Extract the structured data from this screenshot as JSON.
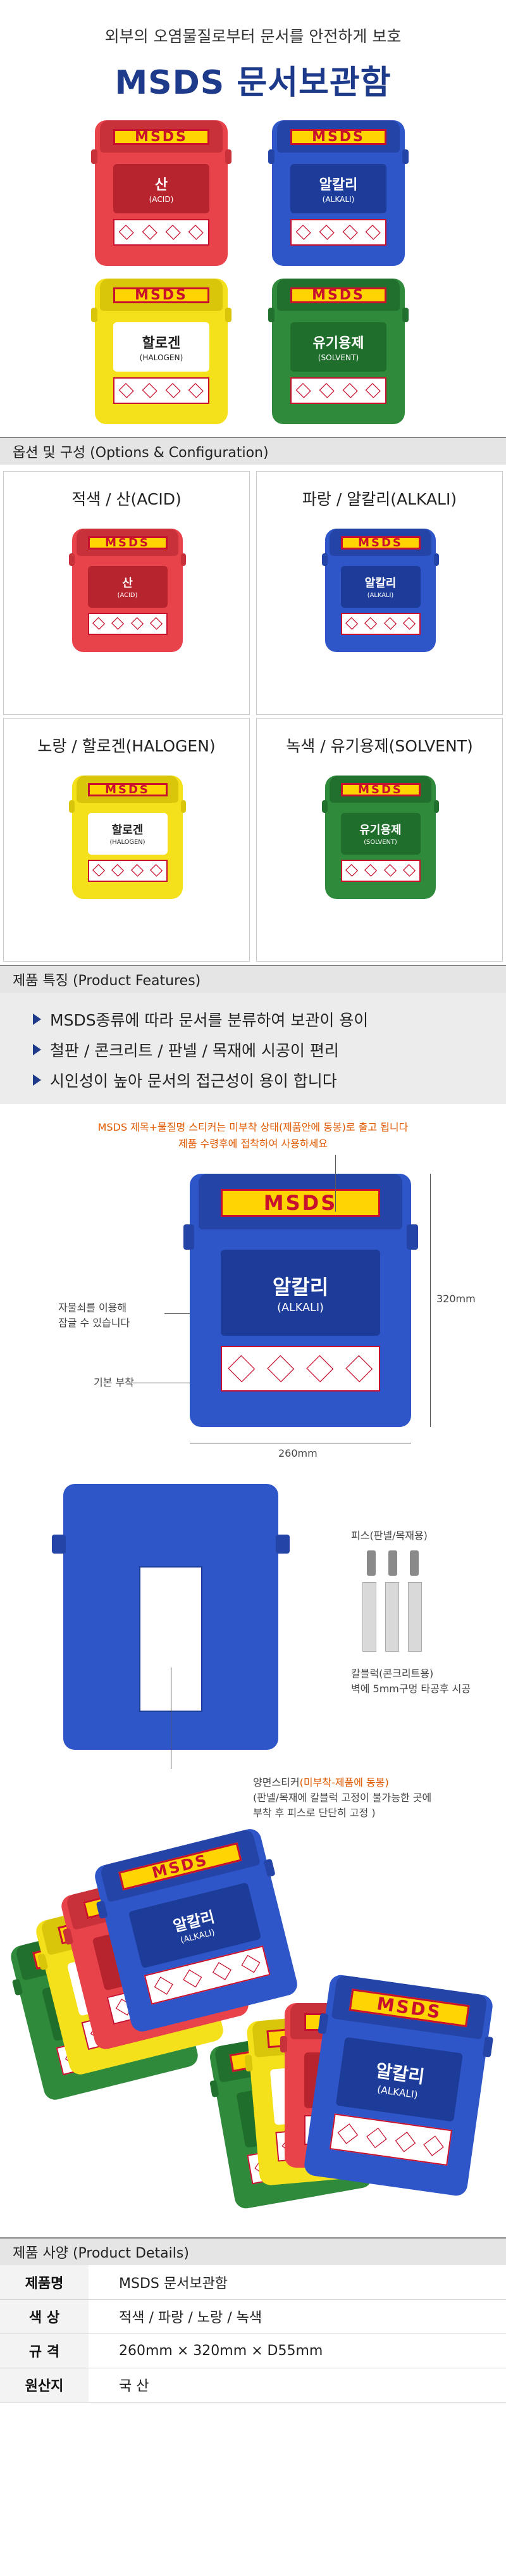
{
  "hero": {
    "subtitle": "외부의 오염물질로부터 문서를 안전하게 보호",
    "title": "MSDS 문서보관함"
  },
  "box_tag": "MSDS",
  "variants": [
    {
      "name": "산",
      "sub": "(ACID)",
      "color": "#e8424a",
      "dark": "#c9313a",
      "label_color": "#b8242d",
      "caption": "적색 / 산(ACID)"
    },
    {
      "name": "알칼리",
      "sub": "(ALKALI)",
      "color": "#2f56c8",
      "dark": "#2444a8",
      "label_color": "#1d3c99",
      "caption": "파랑 / 알칼리(ALKALI)"
    },
    {
      "name": "할로겐",
      "sub": "(HALOGEN)",
      "color": "#f4e11c",
      "dark": "#d9c60a",
      "label_color": "#f4e11c",
      "caption": "노랑 / 할로겐(HALOGEN)"
    },
    {
      "name": "유기용제",
      "sub": "(SOLVENT)",
      "color": "#2f8a3c",
      "dark": "#21702d",
      "label_color": "#1f6e2b",
      "caption": "녹색 / 유기용제(SOLVENT)"
    }
  ],
  "sections": {
    "options": "옵션 및 구성 (Options & Configuration)",
    "features": "제품 특징 (Product Features)",
    "specs": "제품 사양 (Product Details)"
  },
  "features": [
    "MSDS종류에 따라 문서를 분류하여 보관이 용이",
    "철판 / 콘크리트 / 판넬 / 목재에 시공이 편리",
    "시인성이 높아 문서의 접근성이 용이 합니다"
  ],
  "diagram1": {
    "note_line1": "MSDS 제목+물질명 스티커는 미부착 상태(제품안에 동봉)로 출고 됩니다",
    "note_line2": "제품 수령후에 접착하여 사용하세요",
    "lock_note_line1": "자물쇠를 이용해",
    "lock_note_line2": "잠글 수 있습니다",
    "basic_attach": "기본 부착",
    "width": "260mm",
    "height": "320mm"
  },
  "diagram2": {
    "screws": "피스(판넬/목재용)",
    "anchor_line1": "칼블럭(콘크리트용)",
    "anchor_line2": "벽에 5mm구멍 타공후 시공",
    "tape_line1_a": "양면스티커",
    "tape_line1_b": "(미부착-제품에 동봉)",
    "tape_line2": "(판넬/목재에 칼블럭 고정이 불가능한 곳에",
    "tape_line3": "부착 후 피스로 단단히 고정 )"
  },
  "specs": [
    {
      "key": "제품명",
      "value": "MSDS 문서보관함"
    },
    {
      "key": "색 상",
      "value": "적색 / 파랑 / 노랑 / 녹색"
    },
    {
      "key": "규 격",
      "value": "260mm × 320mm × D55mm"
    },
    {
      "key": "원산지",
      "value": "국 산"
    }
  ]
}
